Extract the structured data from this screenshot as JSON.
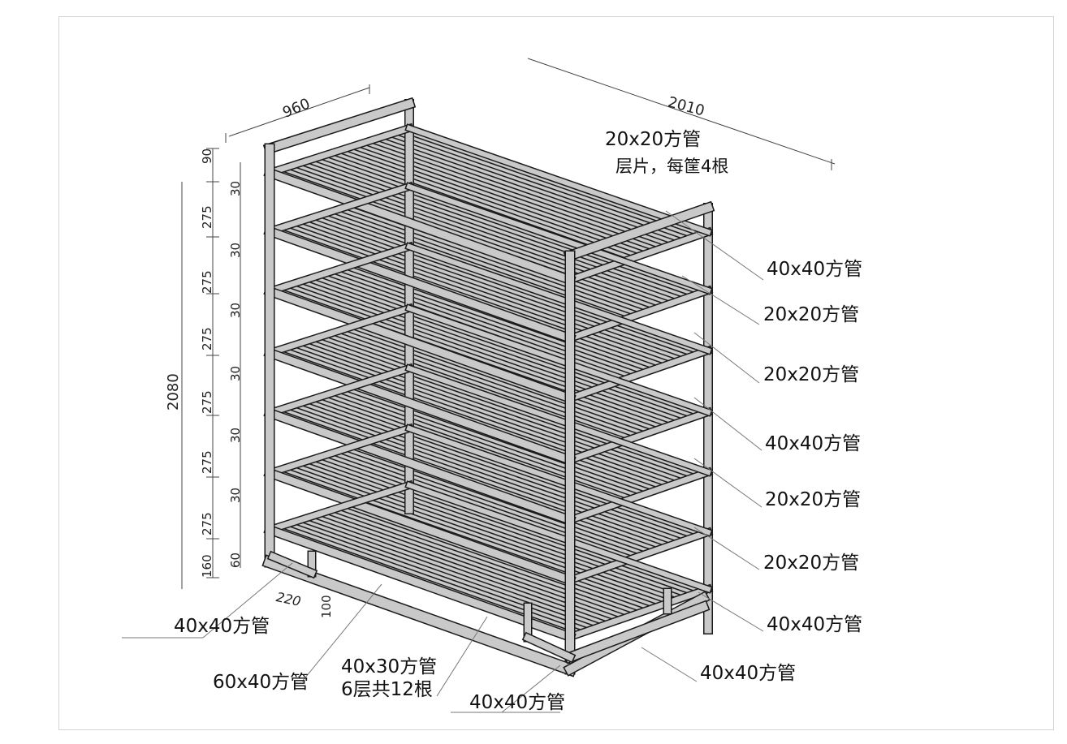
{
  "colors": {
    "tube_fill": "#c9c9c9",
    "tube_edge": "#1a1a1a",
    "leader": "#777777"
  },
  "dimensions": {
    "width": "960",
    "length": "2010",
    "height": "2080",
    "top": "90",
    "tier_gap": "275",
    "bar": "30",
    "bottom": "160",
    "base": "60",
    "foot_depth": "220",
    "foot_height": "100"
  },
  "callouts": {
    "top_slats": [
      "20x20方管",
      "层片，每筐4根"
    ],
    "right": [
      "40x40方管",
      "20x20方管",
      "20x20方管",
      "40x40方管",
      "20x20方管",
      "20x20方管",
      "40x40方管"
    ],
    "bottom_right": "40x40方管",
    "bottom_left": "40x40方管",
    "base_beam": "60x40方管",
    "tier_beams": [
      "40x30方管",
      "6层共12根"
    ],
    "bottom_center": "40x40方管"
  }
}
